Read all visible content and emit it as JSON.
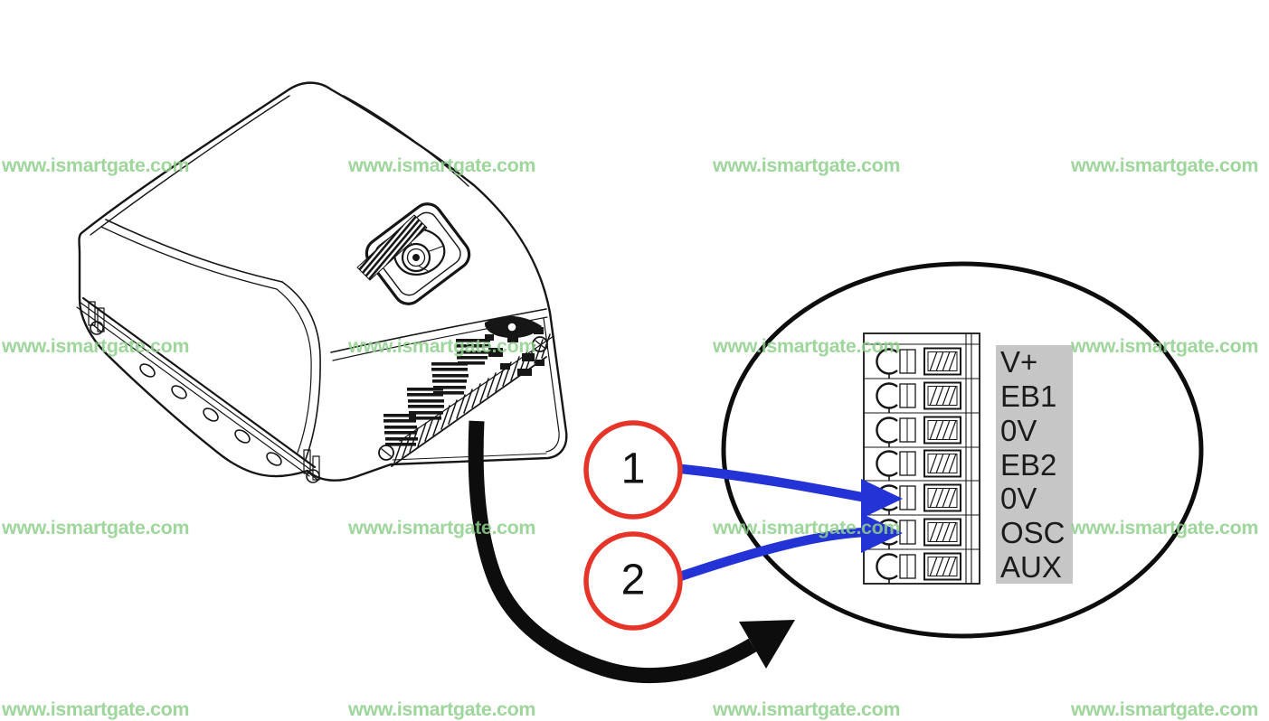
{
  "watermark": {
    "text": "www.ismartgate.com",
    "color": "#8ecf8b"
  },
  "callouts": {
    "c1": "1",
    "c2": "2",
    "circle_color": "#e63528",
    "arrow_color": "#2433d6"
  },
  "terminal_panel": {
    "bg": "#c6c6c6",
    "labels": [
      "V+",
      "EB1",
      "0V",
      "EB2",
      "0V",
      "OSC",
      "AUX"
    ]
  },
  "pointed_terminals": {
    "from_1": "0V",
    "from_2": "OSC"
  },
  "colors": {
    "line": "#161616",
    "background": "#ffffff"
  }
}
